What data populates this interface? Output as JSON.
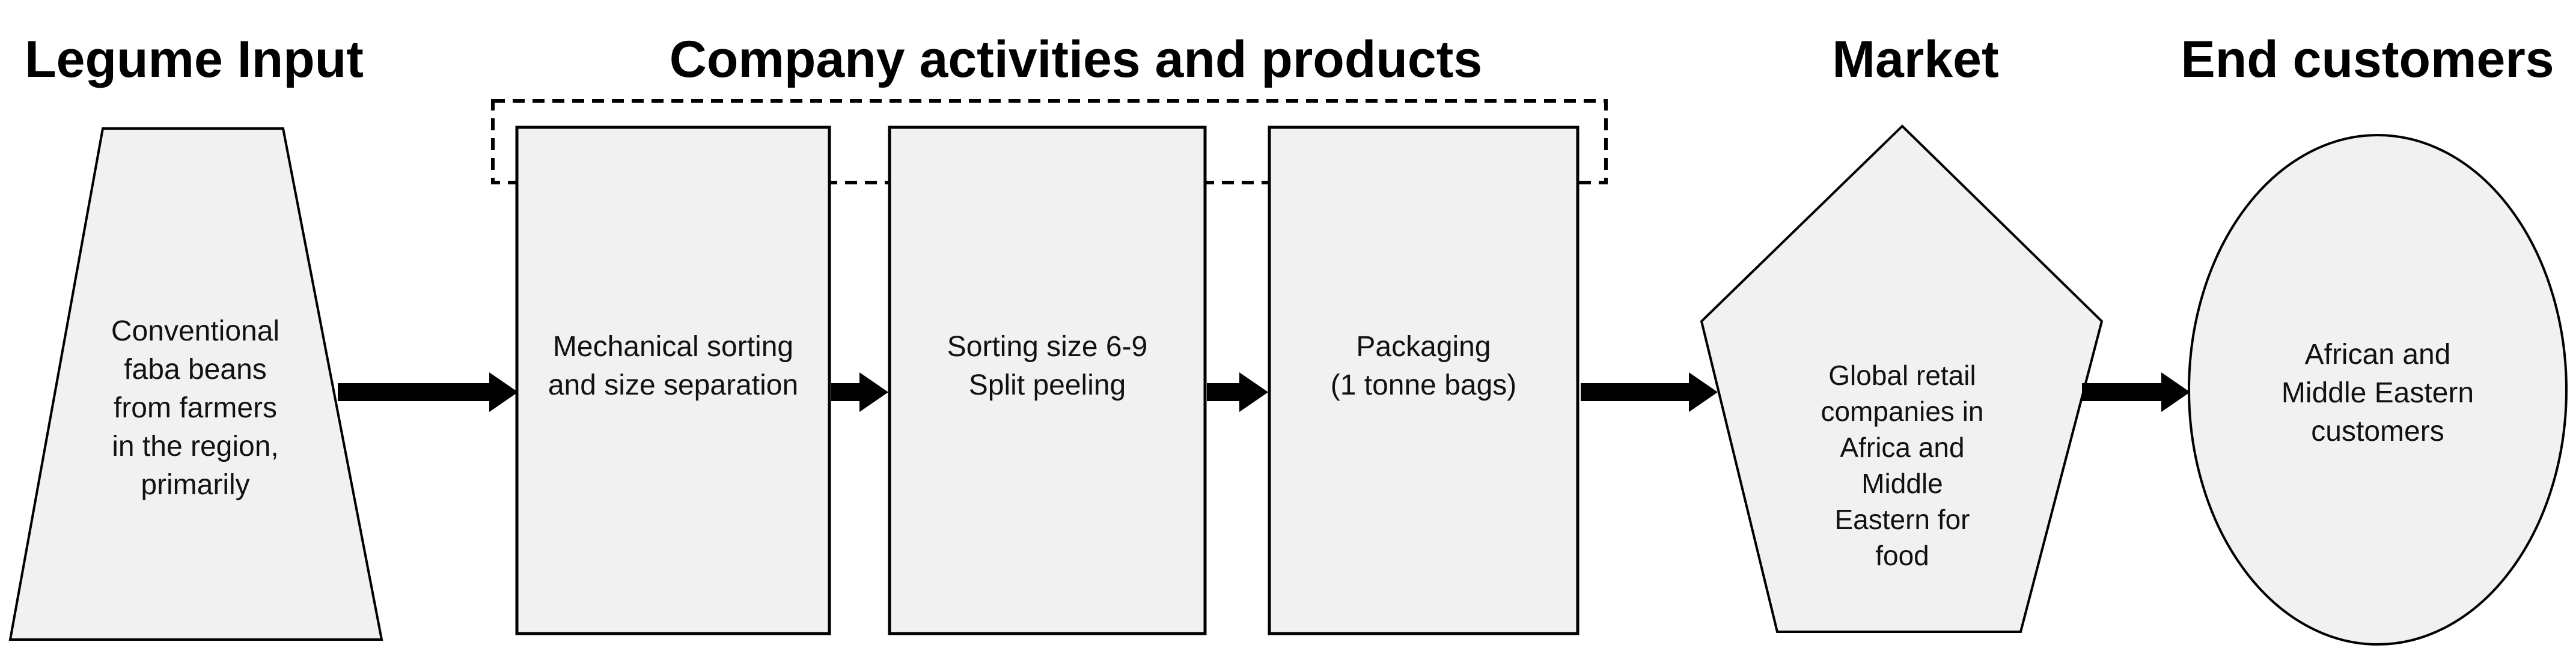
{
  "headers": [
    "Legume Input",
    "Company activities and products",
    "Market",
    "End customers"
  ],
  "nodes": [
    {
      "name": "legume-input",
      "shape": "trapezoid",
      "lines": [
        "Conventional",
        "faba beans",
        "from farmers",
        "in the region,",
        "primarily"
      ]
    },
    {
      "name": "mechanical-sorting",
      "shape": "rectangle",
      "lines": [
        "Mechanical sorting",
        "and size separation"
      ]
    },
    {
      "name": "sorting-split-peeling",
      "shape": "rectangle",
      "lines": [
        "Sorting size 6-9",
        "Split peeling"
      ]
    },
    {
      "name": "packaging",
      "shape": "rectangle",
      "lines": [
        "Packaging",
        "(1 tonne bags)"
      ]
    },
    {
      "name": "market",
      "shape": "pentagon",
      "lines": [
        "Global retail",
        "companies in",
        "Africa and",
        "Middle",
        "Eastern for",
        "food"
      ]
    },
    {
      "name": "end-customers",
      "shape": "ellipse",
      "lines": [
        "African and",
        "Middle Eastern",
        "customers"
      ]
    }
  ],
  "arrows": [
    {
      "from": "legume-input",
      "to": "mechanical-sorting"
    },
    {
      "from": "mechanical-sorting",
      "to": "sorting-split-peeling"
    },
    {
      "from": "sorting-split-peeling",
      "to": "packaging"
    },
    {
      "from": "packaging",
      "to": "market"
    },
    {
      "from": "market",
      "to": "end-customers"
    }
  ],
  "colors": {
    "background": "#ffffff",
    "shape_fill": "#f1f1f1",
    "stroke": "#000000",
    "text": "#111111"
  }
}
